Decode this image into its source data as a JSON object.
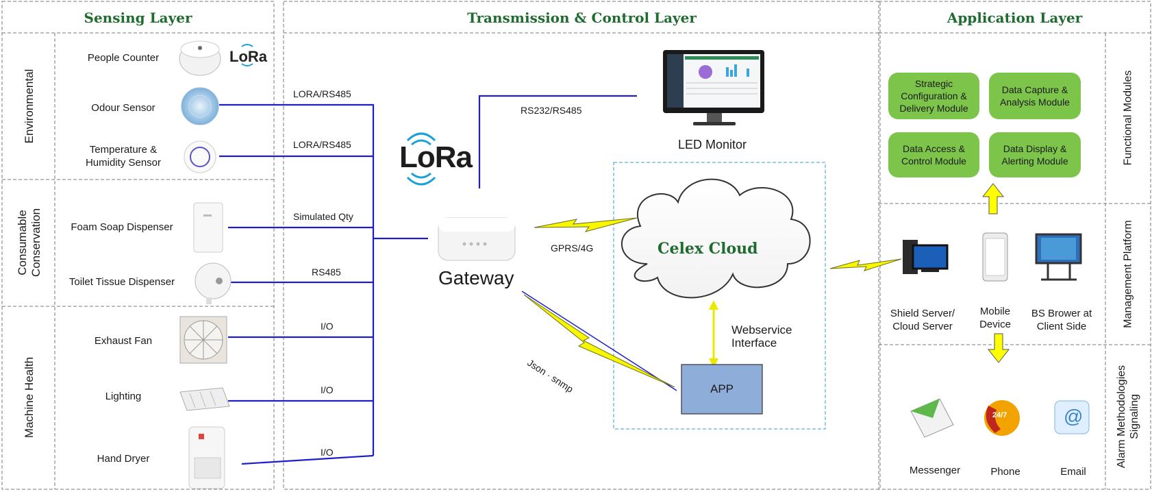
{
  "layers": {
    "sensing": "Sensing Layer",
    "transmission": "Transmission & Control Layer",
    "application": "Application Layer"
  },
  "sensing_groups": {
    "environmental": "Environmental",
    "consumable_line1": "Consumable",
    "consumable_line2": "Conservation",
    "machine": "Machine Health"
  },
  "devices": {
    "people_counter": "People Counter",
    "odour_sensor": "Odour Sensor",
    "temp_line1": "Temperature &",
    "temp_line2": "Humidity Sensor",
    "foam_soap": "Foam Soap Dispenser",
    "toilet_tissue": "Toilet Tissue Dispenser",
    "exhaust_fan": "Exhaust Fan",
    "lighting": "Lighting",
    "hand_dryer": "Hand Dryer"
  },
  "connections": {
    "odour": "LORA/RS485",
    "temp": "LORA/RS485",
    "foam": "Simulated Qty",
    "tissue": "RS485",
    "fan": "I/O",
    "lighting": "I/O",
    "dryer": "I/O",
    "monitor": "RS232/RS485",
    "gprs": "GPRS/4G",
    "json": "Json · snmp"
  },
  "lora_logo": "LoRa",
  "gateway": "Gateway",
  "led_monitor": "LED Monitor",
  "cloud": "Celex Cloud",
  "webservice_line1": "Webservice",
  "webservice_line2": "Interface",
  "app": "APP",
  "modules": {
    "strategic_l1": "Strategic",
    "strategic_l2": "Configuration &",
    "strategic_l3": "Delivery Module",
    "capture_l1": "Data Capture &",
    "capture_l2": "Analysis Module",
    "access_l1": "Data Access &",
    "access_l2": "Control Module",
    "display_l1": "Data Display &",
    "display_l2": "Alerting Module"
  },
  "app_sections": {
    "functional": "Functional Modules",
    "management": "Management Platform",
    "alarm_l1": "Alarm Methodologies",
    "alarm_l2": "Signaling"
  },
  "platform": {
    "server_l1": "Shield Server/",
    "server_l2": "Cloud Server",
    "mobile_l1": "Mobile",
    "mobile_l2": "Device",
    "bs_l1": "BS Brower at",
    "bs_l2": "Client Side"
  },
  "alarms": {
    "messenger": "Messenger",
    "phone": "Phone",
    "phone_badge": "24/7",
    "email": "Email",
    "email_glyph": "@"
  },
  "colors": {
    "wire": "#1d1dc9",
    "module": "#7dc44a",
    "title": "#1f6b30",
    "arrow": "#ffff00",
    "app_box": "#8fadd9",
    "cloud_frame": "#5fb0e0"
  },
  "icons": [
    "people-counter-icon",
    "odour-sensor-icon",
    "humidity-sensor-icon",
    "soap-dispenser-icon",
    "tissue-dispenser-icon",
    "exhaust-fan-icon",
    "lighting-icon",
    "hand-dryer-icon",
    "gateway-icon",
    "monitor-icon",
    "cloud-icon",
    "server-icon",
    "mobile-icon",
    "kiosk-icon",
    "envelope-icon",
    "phone-icon",
    "email-icon"
  ]
}
